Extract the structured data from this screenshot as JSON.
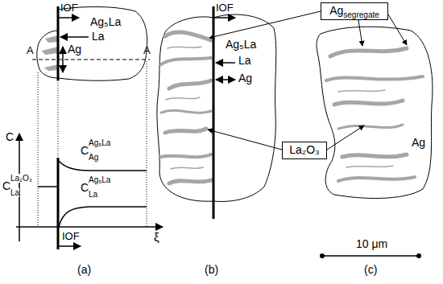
{
  "diagram": {
    "nodes": [
      {
        "text": [
          "Ag",
          "segregate"
        ]
      },
      {
        "text": [
          "La₂O₃"
        ]
      }
    ],
    "labels": [
      "IOF",
      "Ag₅La",
      "La",
      "Ag",
      "A",
      "A",
      "C",
      "C",
      "La₂O₃",
      "La",
      "C",
      "Ag₅La",
      "Ag",
      "C",
      "Ag₅La",
      "La",
      "IOF",
      "ξ",
      "(a)",
      "IOF",
      "Ag₅La",
      "La",
      "Ag",
      "(b)",
      "Ag",
      "(c)",
      "10 μm"
    ]
  }
}
